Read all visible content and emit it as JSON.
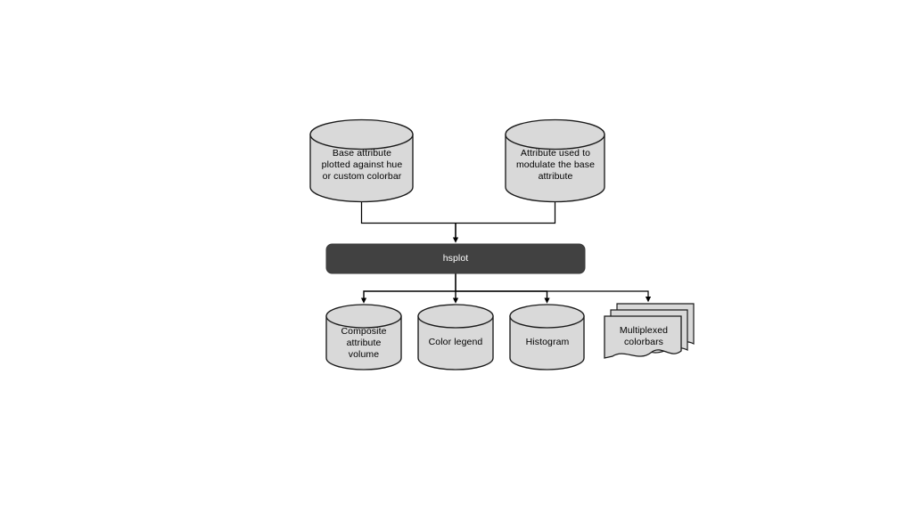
{
  "diagram": {
    "type": "flowchart",
    "background_color": "#ffffff",
    "palette": {
      "node_fill": "#d9d9d9",
      "node_stroke": "#1a1a1a",
      "process_fill": "#414141",
      "process_text": "#ffffff",
      "connector": "#000000"
    },
    "inputs": [
      {
        "id": "base-attribute",
        "shape": "cylinder",
        "label": "Base attribute\nplotted against hue\nor custom colorbar"
      },
      {
        "id": "modulating-attribute",
        "shape": "cylinder",
        "label": "Attribute used to\nmodulate the base\nattribute"
      }
    ],
    "process": {
      "id": "hsplot",
      "shape": "rounded-rectangle",
      "label": "hsplot"
    },
    "outputs": [
      {
        "id": "composite-attribute-volume",
        "shape": "cylinder",
        "label": "Composite\nattribute\nvolume"
      },
      {
        "id": "color-legend",
        "shape": "cylinder",
        "label": "Color legend"
      },
      {
        "id": "histogram",
        "shape": "cylinder",
        "label": "Histogram"
      },
      {
        "id": "multiplexed-colorbars",
        "shape": "stacked-documents",
        "label": "Multiplexed\ncolorbars"
      }
    ],
    "connections": [
      {
        "from": "base-attribute",
        "to": "hsplot",
        "arrow": true
      },
      {
        "from": "modulating-attribute",
        "to": "hsplot",
        "arrow": true
      },
      {
        "from": "hsplot",
        "to": "composite-attribute-volume",
        "arrow": true
      },
      {
        "from": "hsplot",
        "to": "color-legend",
        "arrow": true
      },
      {
        "from": "hsplot",
        "to": "histogram",
        "arrow": true
      },
      {
        "from": "hsplot",
        "to": "multiplexed-colorbars",
        "arrow": true
      }
    ]
  }
}
